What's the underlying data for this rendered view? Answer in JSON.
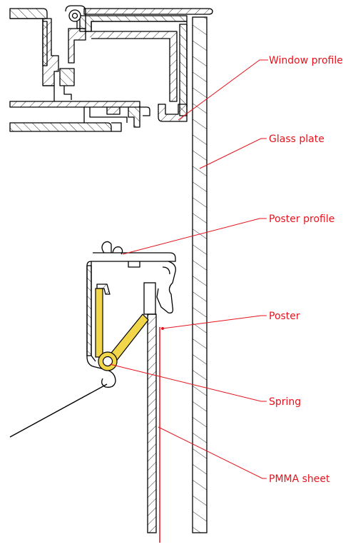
{
  "colors": {
    "outline": "#000000",
    "hatch": "#000000",
    "leader": "#e8121c",
    "spring": "#f2d64a",
    "background": "#ffffff"
  },
  "labels": {
    "window_profile": "Window profile",
    "glass_plate": "Glass plate",
    "poster_profile": "Poster profile",
    "poster": "Poster",
    "spring": "Spring",
    "pmma_sheet": "PMMA sheet"
  }
}
